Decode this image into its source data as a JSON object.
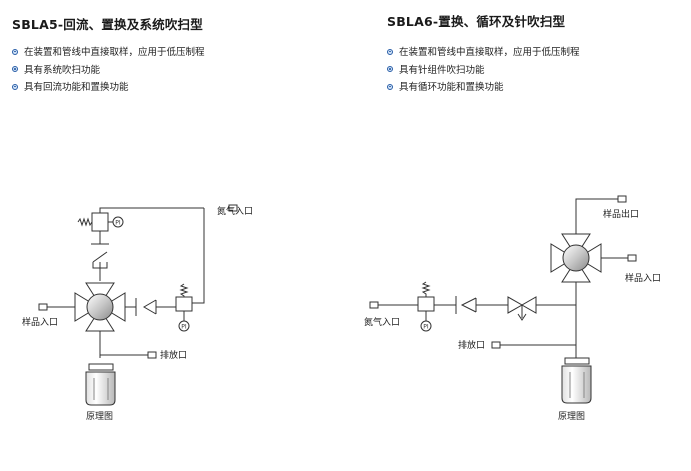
{
  "left": {
    "title": "SBLA5-回流、置换及系统吹扫型",
    "features": [
      "在装置和管线中直接取样，应用于低压制程",
      "具有系统吹扫功能",
      "具有回流功能和置换功能"
    ],
    "diagram": {
      "label_nitrogen_in": "氮气入口",
      "label_sample_in": "样品入口",
      "label_vent": "排放口",
      "caption": "原理图",
      "gauge_pi": "PI",
      "gauge_pi_top": "PI"
    }
  },
  "right": {
    "title": "SBLA6-置换、循环及针吹扫型",
    "features": [
      "在装置和管线中直接取样，应用于低压制程",
      "具有针组件吹扫功能",
      "具有循环功能和置换功能"
    ],
    "diagram": {
      "label_sample_out": "样品出口",
      "label_sample_in": "样品入口",
      "label_nitrogen_in": "氮气入口",
      "label_vent": "排放口",
      "caption": "原理图",
      "gauge_pi": "PI"
    }
  }
}
